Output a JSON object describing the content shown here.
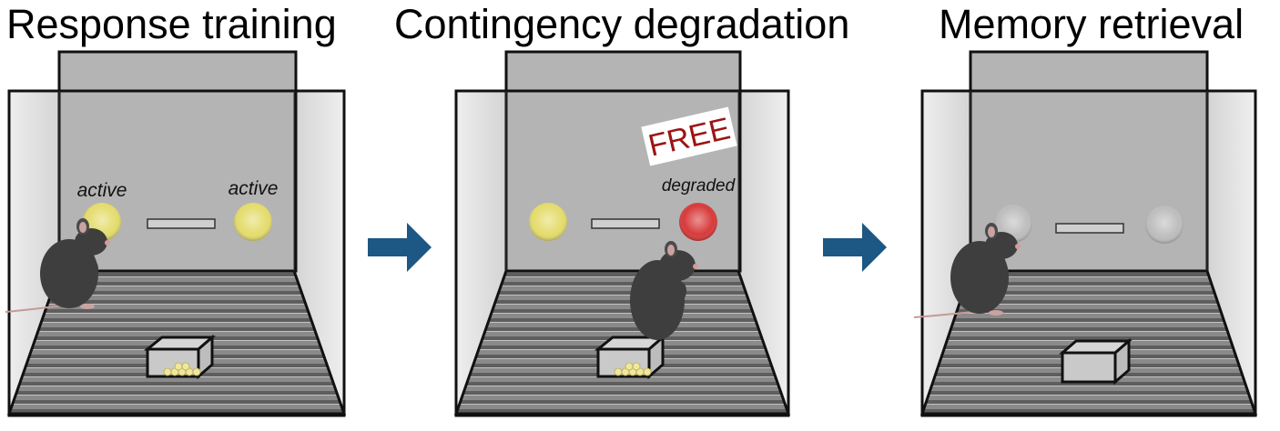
{
  "panels": [
    {
      "title": "Response training",
      "left_lever_label": "active",
      "right_lever_label": "active",
      "left_lever_color": "#e4dc6c",
      "right_lever_color": "#e4dc6c",
      "pellets_in_magazine": true
    },
    {
      "title": "Contingency degradation",
      "left_lever_label": "",
      "right_lever_label": "degraded",
      "left_lever_color": "#e4dc6c",
      "right_lever_color": "#d83a3a",
      "free_sign": "FREE",
      "pellets_in_magazine": true
    },
    {
      "title": "Memory retrieval",
      "left_lever_label": "",
      "right_lever_label": "",
      "left_lever_color": "#bdbdbd",
      "right_lever_color": "#bdbdbd",
      "pellets_in_magazine": false
    }
  ],
  "colors": {
    "arrow": "#1d5783",
    "free_sign_text": "#9c1414",
    "chamber_wall": "#b4b4b4",
    "mouse": "#3e3e3e"
  },
  "icons": {
    "arrow": "right-arrow-icon",
    "mouse": "mouse-icon",
    "pellet": "food-pellet-icon"
  }
}
